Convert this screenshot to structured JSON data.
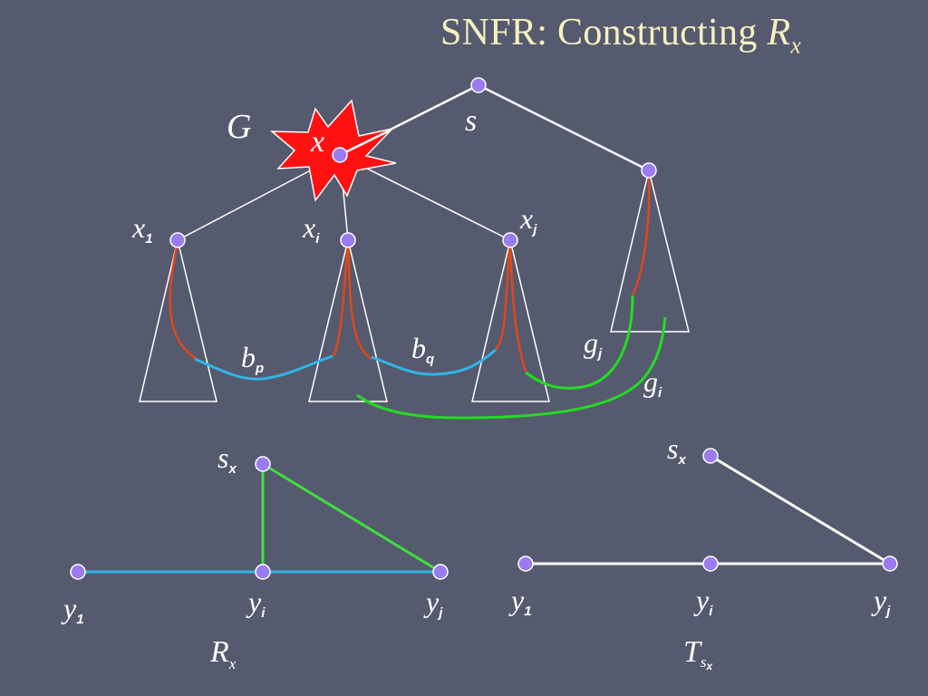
{
  "title": {
    "prefix": "SNFR: Constructing ",
    "var": "R",
    "sub": "x"
  },
  "graph_label": "G",
  "nodes": {
    "s": "s",
    "x": "x",
    "x1": {
      "base": "x",
      "sub": "1"
    },
    "xi": {
      "base": "x",
      "sub": "i"
    },
    "xj": {
      "base": "x",
      "sub": "j"
    }
  },
  "edge_labels": {
    "bp": {
      "base": "b",
      "sub": "p"
    },
    "bq": {
      "base": "b",
      "sub": "q"
    },
    "gj": {
      "base": "g",
      "sub": "j"
    },
    "gi": {
      "base": "g",
      "sub": "i"
    }
  },
  "Rx": {
    "sx": {
      "base": "s",
      "sub": "x"
    },
    "y1": {
      "base": "y",
      "sub": "1"
    },
    "yi": {
      "base": "y",
      "sub": "i"
    },
    "yj": {
      "base": "y",
      "sub": "j"
    },
    "caption": {
      "base": "R",
      "sub": "x"
    }
  },
  "Tsx": {
    "sx": {
      "base": "s",
      "sub": "x"
    },
    "y1": {
      "base": "y",
      "sub": "1"
    },
    "yi": {
      "base": "y",
      "sub": "i"
    },
    "yj": {
      "base": "y",
      "sub": "j"
    },
    "caption": {
      "base": "T",
      "sub": "s",
      "subsub": "x"
    }
  },
  "colors": {
    "background": "#565a6e",
    "title": "#f6f0c0",
    "node_fill": "#9b7cf0",
    "tree_edge": "#ffffff",
    "red_path": "#e04818",
    "blue_path": "#2fb6e8",
    "green_path": "#22dd22",
    "star_fill": "#ff1111"
  }
}
